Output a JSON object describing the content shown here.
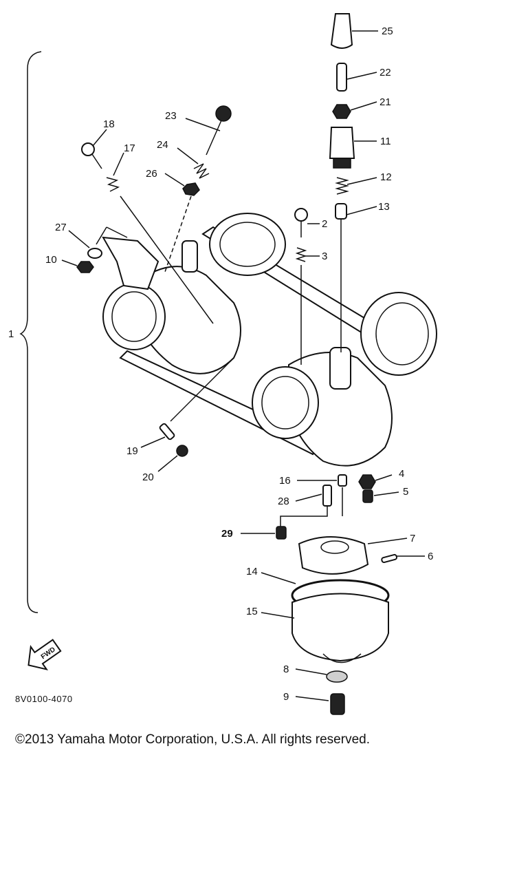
{
  "callouts": [
    {
      "id": "1",
      "label": "1"
    },
    {
      "id": "2",
      "label": "2"
    },
    {
      "id": "3",
      "label": "3"
    },
    {
      "id": "4",
      "label": "4"
    },
    {
      "id": "5",
      "label": "5"
    },
    {
      "id": "6",
      "label": "6"
    },
    {
      "id": "7",
      "label": "7"
    },
    {
      "id": "8",
      "label": "8"
    },
    {
      "id": "9",
      "label": "9"
    },
    {
      "id": "10",
      "label": "10"
    },
    {
      "id": "11",
      "label": "11"
    },
    {
      "id": "12",
      "label": "12"
    },
    {
      "id": "13",
      "label": "13"
    },
    {
      "id": "14",
      "label": "14"
    },
    {
      "id": "15",
      "label": "15"
    },
    {
      "id": "16",
      "label": "16"
    },
    {
      "id": "17",
      "label": "17"
    },
    {
      "id": "18",
      "label": "18"
    },
    {
      "id": "19",
      "label": "19"
    },
    {
      "id": "20",
      "label": "20"
    },
    {
      "id": "21",
      "label": "21"
    },
    {
      "id": "22",
      "label": "22"
    },
    {
      "id": "23",
      "label": "23"
    },
    {
      "id": "24",
      "label": "24"
    },
    {
      "id": "25",
      "label": "25"
    },
    {
      "id": "26",
      "label": "26"
    },
    {
      "id": "27",
      "label": "27"
    },
    {
      "id": "28",
      "label": "28"
    },
    {
      "id": "29",
      "label": "29"
    }
  ],
  "fwd_label": "FWD",
  "diagram_code": "8V0100-4070",
  "copyright": "©2013 Yamaha Motor Corporation, U.S.A. All rights reserved."
}
